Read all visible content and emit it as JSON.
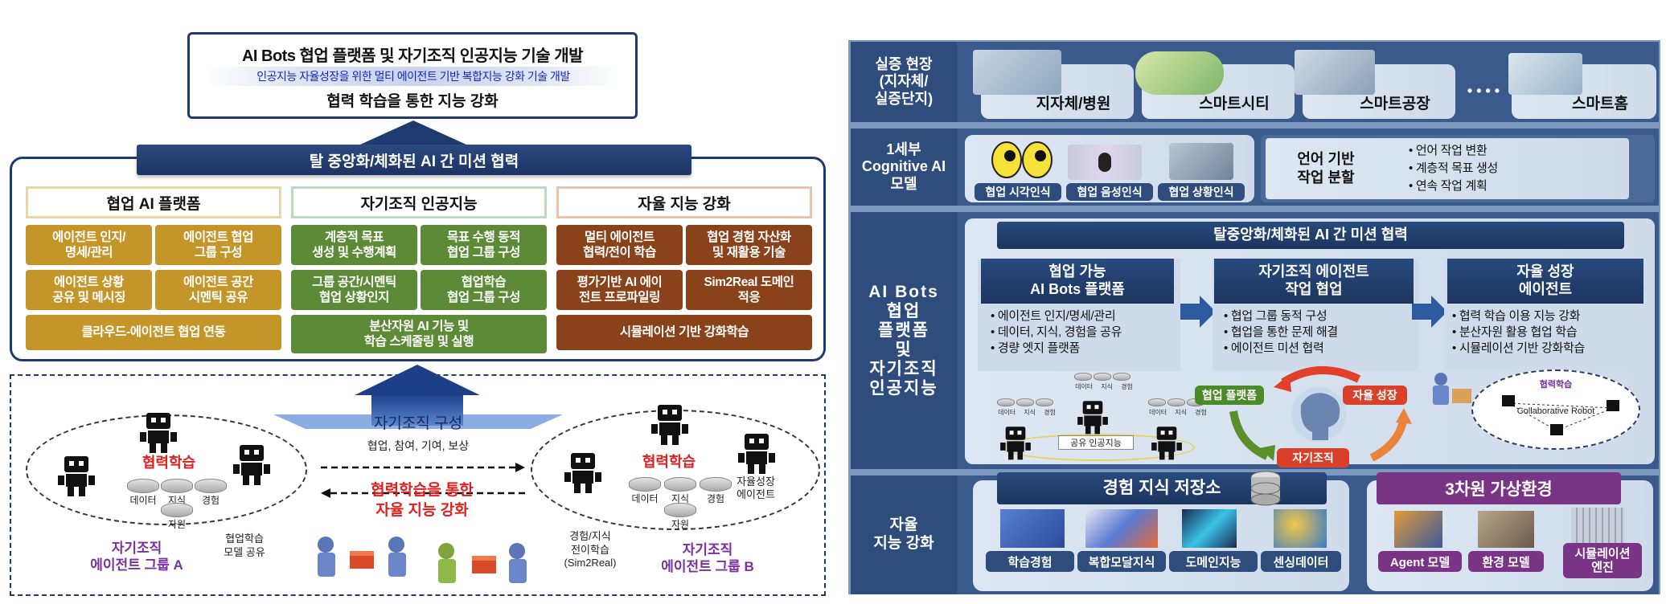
{
  "left": {
    "top_title": "AI Bots 협업 플랫폼 및 자기조직 인공지능 기술 개발",
    "top_subtitle": "인공지능 자율성장을 위한 멀티 에이전트 기반 복합지능 강화 기술 개발",
    "top_main": "협력 학습을 통한 지능 강화",
    "mission_banner": "탈 중앙화/체화된 AI 간 미션 협력",
    "columns": [
      {
        "head": "협업 AI 플랫폼",
        "cells": [
          "에이전트 인지/\n명세/관리",
          "에이전트 협업\n그룹 구성",
          "에이전트 상황\n공유 및 메시징",
          "에이전트 공간\n시멘틱 공유"
        ],
        "wide": "클라우드-에이전트 협업 연동"
      },
      {
        "head": "자기조직 인공지능",
        "cells": [
          "계층적 목표\n생성 및 수행계획",
          "목표 수행 동적\n협업 그룹 구성",
          "그룹 공간/시멘틱\n협업 상황인지",
          "협업학습\n협업 그룹 구성"
        ],
        "wide": "분산자원 AI 기능 및\n학습 스케줄링 및 실행"
      },
      {
        "head": "자율 지능 강화",
        "cells": [
          "멀티 에이전트\n협력/전이 학습",
          "협업 경험 자산화\n및 재활용 기술",
          "평가기반 AI 에이\n전트 프로파일링",
          "Sim2Real 도메인\n적응"
        ],
        "wide": "시뮬레이션 기반 강화학습"
      }
    ],
    "self_org": "자기조직 구성",
    "coop_list": "협업, 참여, 기여, 보상",
    "reinforce": "협력학습을 통한\n자율 지능 강화",
    "group_a": {
      "learn": "협력학습",
      "db": [
        "데이터",
        "지식",
        "경험",
        "자원"
      ],
      "share": "협업학습\n모델 공유",
      "name": "자기조직\n에이전트 그룹 A"
    },
    "group_b": {
      "learn": "협력학습",
      "db": [
        "데이터",
        "지식",
        "경험",
        "자원"
      ],
      "growth": "자율성장\n에이전트",
      "transfer": "경험/지식\n전이학습\n(Sim2Real)",
      "name": "자기조직\n에이전트 그룹 B"
    }
  },
  "right": {
    "row1": {
      "label": "실증 현장\n(지자체/\n실증단지)",
      "sites": [
        "지자체/병원",
        "스마트시티",
        "스마트공장",
        "스마트홈"
      ],
      "dots": "• • • •"
    },
    "row2": {
      "label": "1세부\nCognitive AI\n모델",
      "items": [
        "협업 시각인식",
        "협업 음성인식",
        "협업 상황인식"
      ],
      "lang_title": "언어 기반\n작업 분할",
      "lang_bullets": [
        "• 언어 작업 변환",
        "• 계층적 목표 생성",
        "• 연속 작업 계획"
      ]
    },
    "row3": {
      "label": "AI Bots\n협업\n플랫폼\n및\n자기조직\n인공지능",
      "banner": "탈중앙화/체화된 AI 간 미션 협력",
      "cards": [
        {
          "title": "협업 가능\nAI Bots 플랫폼",
          "bullets": [
            "• 에이전트 인지/명세/관리",
            "• 데이터, 지식, 경험을 공유",
            "• 경량 엣지 플랫폼"
          ]
        },
        {
          "title": "자기조직 에이전트\n작업 협업",
          "bullets": [
            "• 협업 그룹 동적 구성",
            "• 협업을 통한 문제 해결",
            "• 에이전트 미션 협력"
          ]
        },
        {
          "title": "자율 성장\n에이전트",
          "bullets": [
            "• 협력 학습 이용 지능 강화",
            "• 분산자원 활용 협업 학습",
            "• 시뮬레이션 기반 강화학습"
          ]
        }
      ],
      "pill_platform": "협업 플랫폼",
      "pill_growth": "자율 성장",
      "pill_self": "자기조직",
      "shared_ai": "공유 인공지능",
      "collab_learning": "협력학습",
      "collab_robot": "Collaborative Robot",
      "mini_db": [
        "데이터",
        "지식",
        "경험"
      ]
    },
    "row4": {
      "label": "자율\n지능 강화",
      "store_title": "경험 지식 저장소",
      "store_items": [
        "학습경험",
        "복합모달지식",
        "도메인지능",
        "센싱데이터"
      ],
      "virt_title": "3차원 가상환경",
      "virt_items": [
        "Agent 모델",
        "환경 모델",
        "시뮬레이션\n엔진"
      ]
    }
  },
  "colors": {
    "navy": "#1f3a6e",
    "gold": "#c4962a",
    "green": "#5d8a36",
    "brown": "#8a421a",
    "red": "#e02020",
    "purple": "#7b2fa0"
  }
}
